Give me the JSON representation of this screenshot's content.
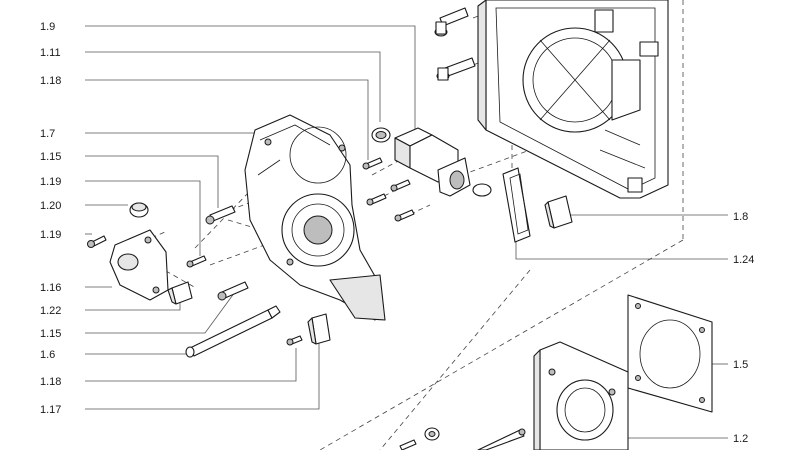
{
  "callouts": [
    {
      "id": "c-1-9",
      "text": "1.9"
    },
    {
      "id": "c-1-11",
      "text": "1.11"
    },
    {
      "id": "c-1-18a",
      "text": "1.18"
    },
    {
      "id": "c-1-7",
      "text": "1.7"
    },
    {
      "id": "c-1-15a",
      "text": "1.15"
    },
    {
      "id": "c-1-19a",
      "text": "1.19"
    },
    {
      "id": "c-1-20",
      "text": "1.20"
    },
    {
      "id": "c-1-19b",
      "text": "1.19"
    },
    {
      "id": "c-1-16",
      "text": "1.16"
    },
    {
      "id": "c-1-22",
      "text": "1.22"
    },
    {
      "id": "c-1-15b",
      "text": "1.15"
    },
    {
      "id": "c-1-6",
      "text": "1.6"
    },
    {
      "id": "c-1-18b",
      "text": "1.18"
    },
    {
      "id": "c-1-17",
      "text": "1.17"
    },
    {
      "id": "c-1-8",
      "text": "1.8"
    },
    {
      "id": "c-1-24",
      "text": "1.24"
    },
    {
      "id": "c-1-5",
      "text": "1.5"
    },
    {
      "id": "c-1-2",
      "text": "1.2"
    }
  ]
}
